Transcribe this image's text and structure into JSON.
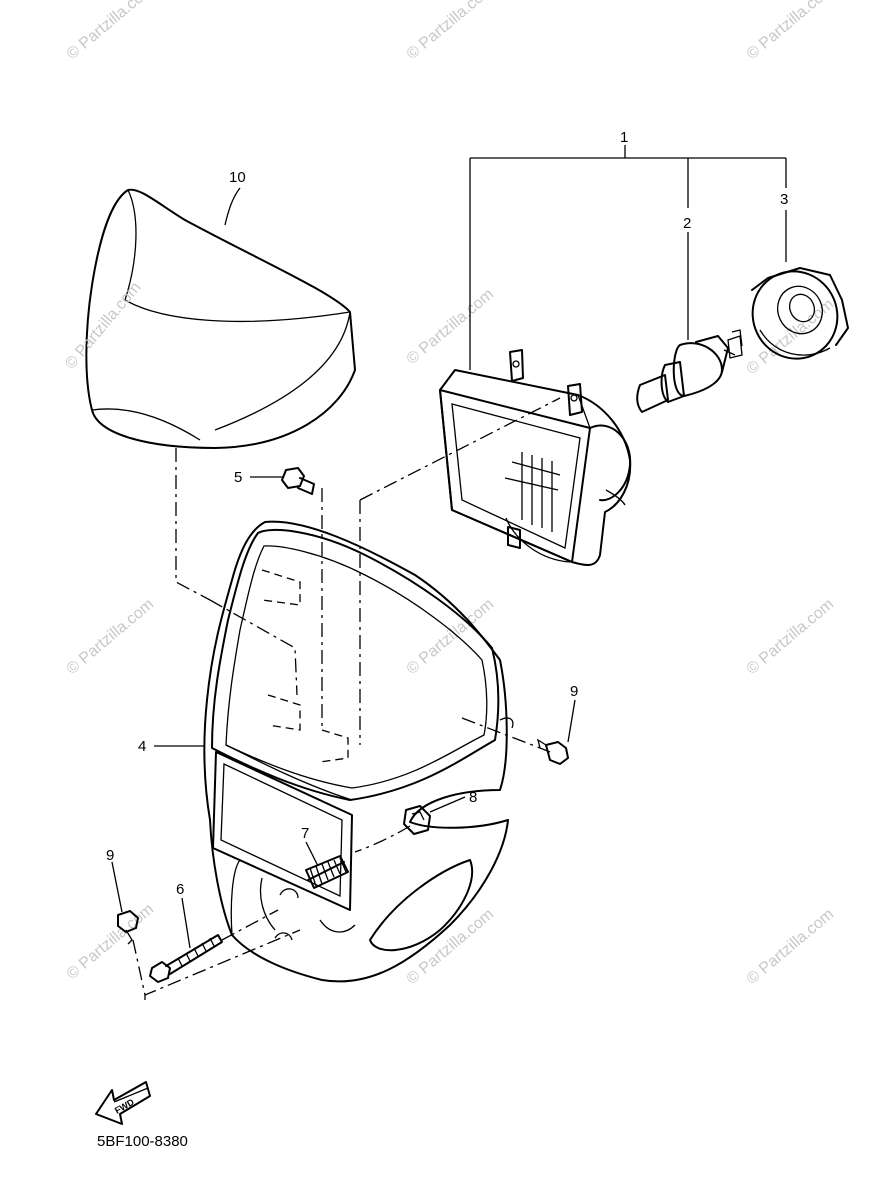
{
  "diagram": {
    "callouts": [
      "1",
      "2",
      "3",
      "4",
      "5",
      "6",
      "7",
      "8",
      "9",
      "9",
      "10"
    ],
    "watermark": "© Partzilla.com",
    "drawing_code": "5BF100-8380",
    "direction_label": "FWD"
  }
}
